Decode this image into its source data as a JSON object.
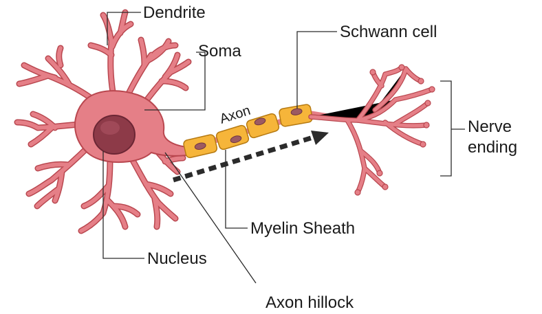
{
  "labels": {
    "dendrite": "Dendrite",
    "soma": "Soma",
    "axon": "Axon",
    "schwann_cell": "Schwann cell",
    "nerve_ending_line1": "Nerve",
    "nerve_ending_line2": "ending",
    "myelin_sheath": "Myelin Sheath",
    "nucleus": "Nucleus",
    "axon_hillock": "Axon hillock"
  },
  "colors": {
    "cell_fill": "#e57f87",
    "cell_outline": "#b9474f",
    "nucleus": "#8d3a48",
    "myelin": "#f6b53a",
    "arrow": "#2b2b2b"
  }
}
